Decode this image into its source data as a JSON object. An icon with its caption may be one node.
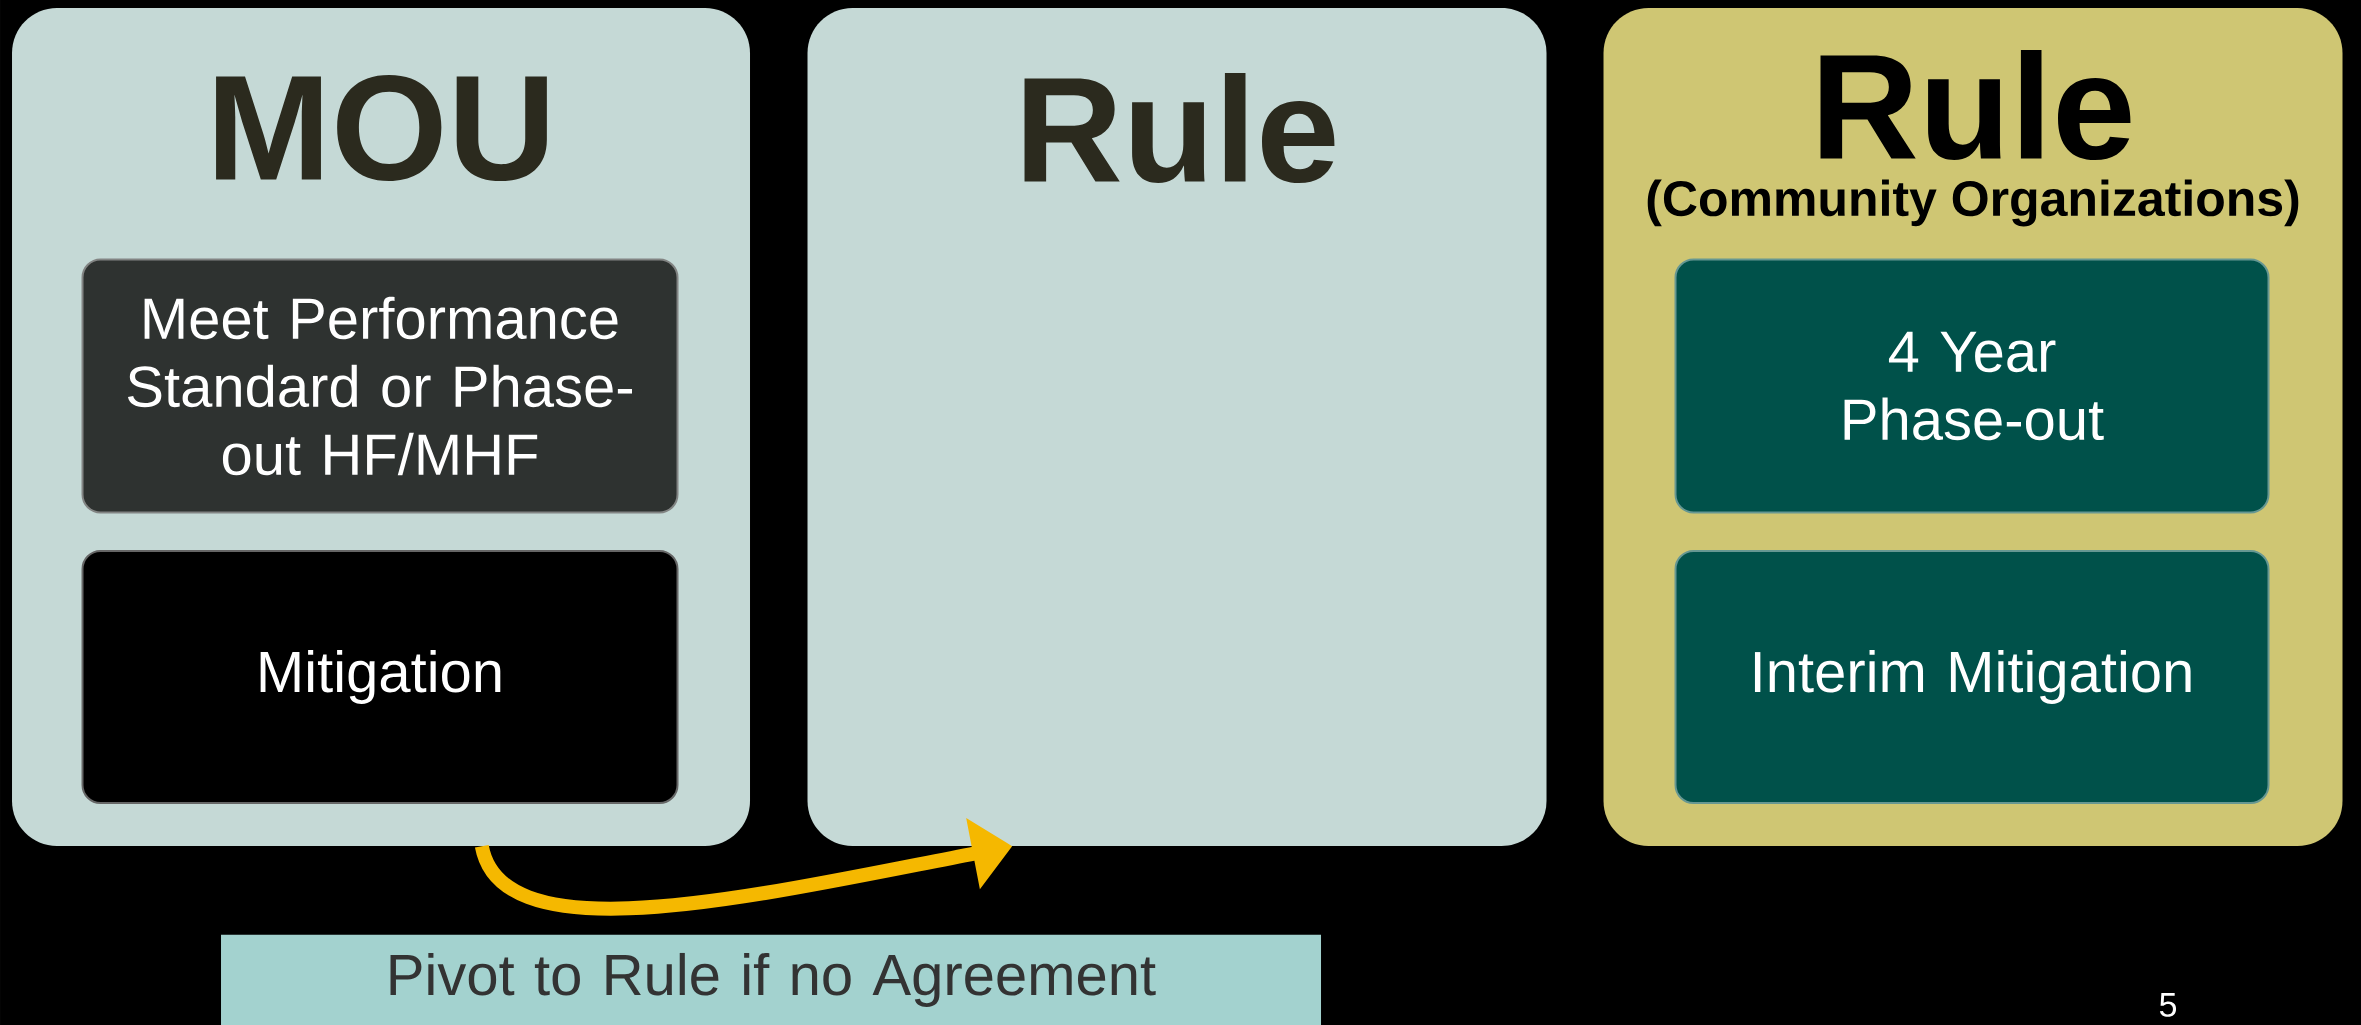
{
  "diagram": {
    "nodes": [
      {
        "text": [
          "MOU"
        ]
      },
      {
        "text": [
          "Meet Performance Standard or Phase-out HF/MHF"
        ],
        "in": 0
      },
      {
        "text": [
          "Mitigation"
        ],
        "in": 0
      },
      {
        "text": [
          "Rule"
        ]
      },
      {
        "text": [
          "Rule",
          "(Community Organizations)"
        ]
      },
      {
        "text": [
          "4 Year Phase-out"
        ],
        "in": 4
      },
      {
        "text": [
          "Interim Mitigation"
        ],
        "in": 4
      },
      {
        "text": [
          "Pivot to Rule if no Agreement"
        ]
      }
    ],
    "edges": [
      {
        "from": 0,
        "to": 3,
        "arrow": "to",
        "color": "#f5b800"
      }
    ],
    "labels": [
      "5"
    ]
  }
}
